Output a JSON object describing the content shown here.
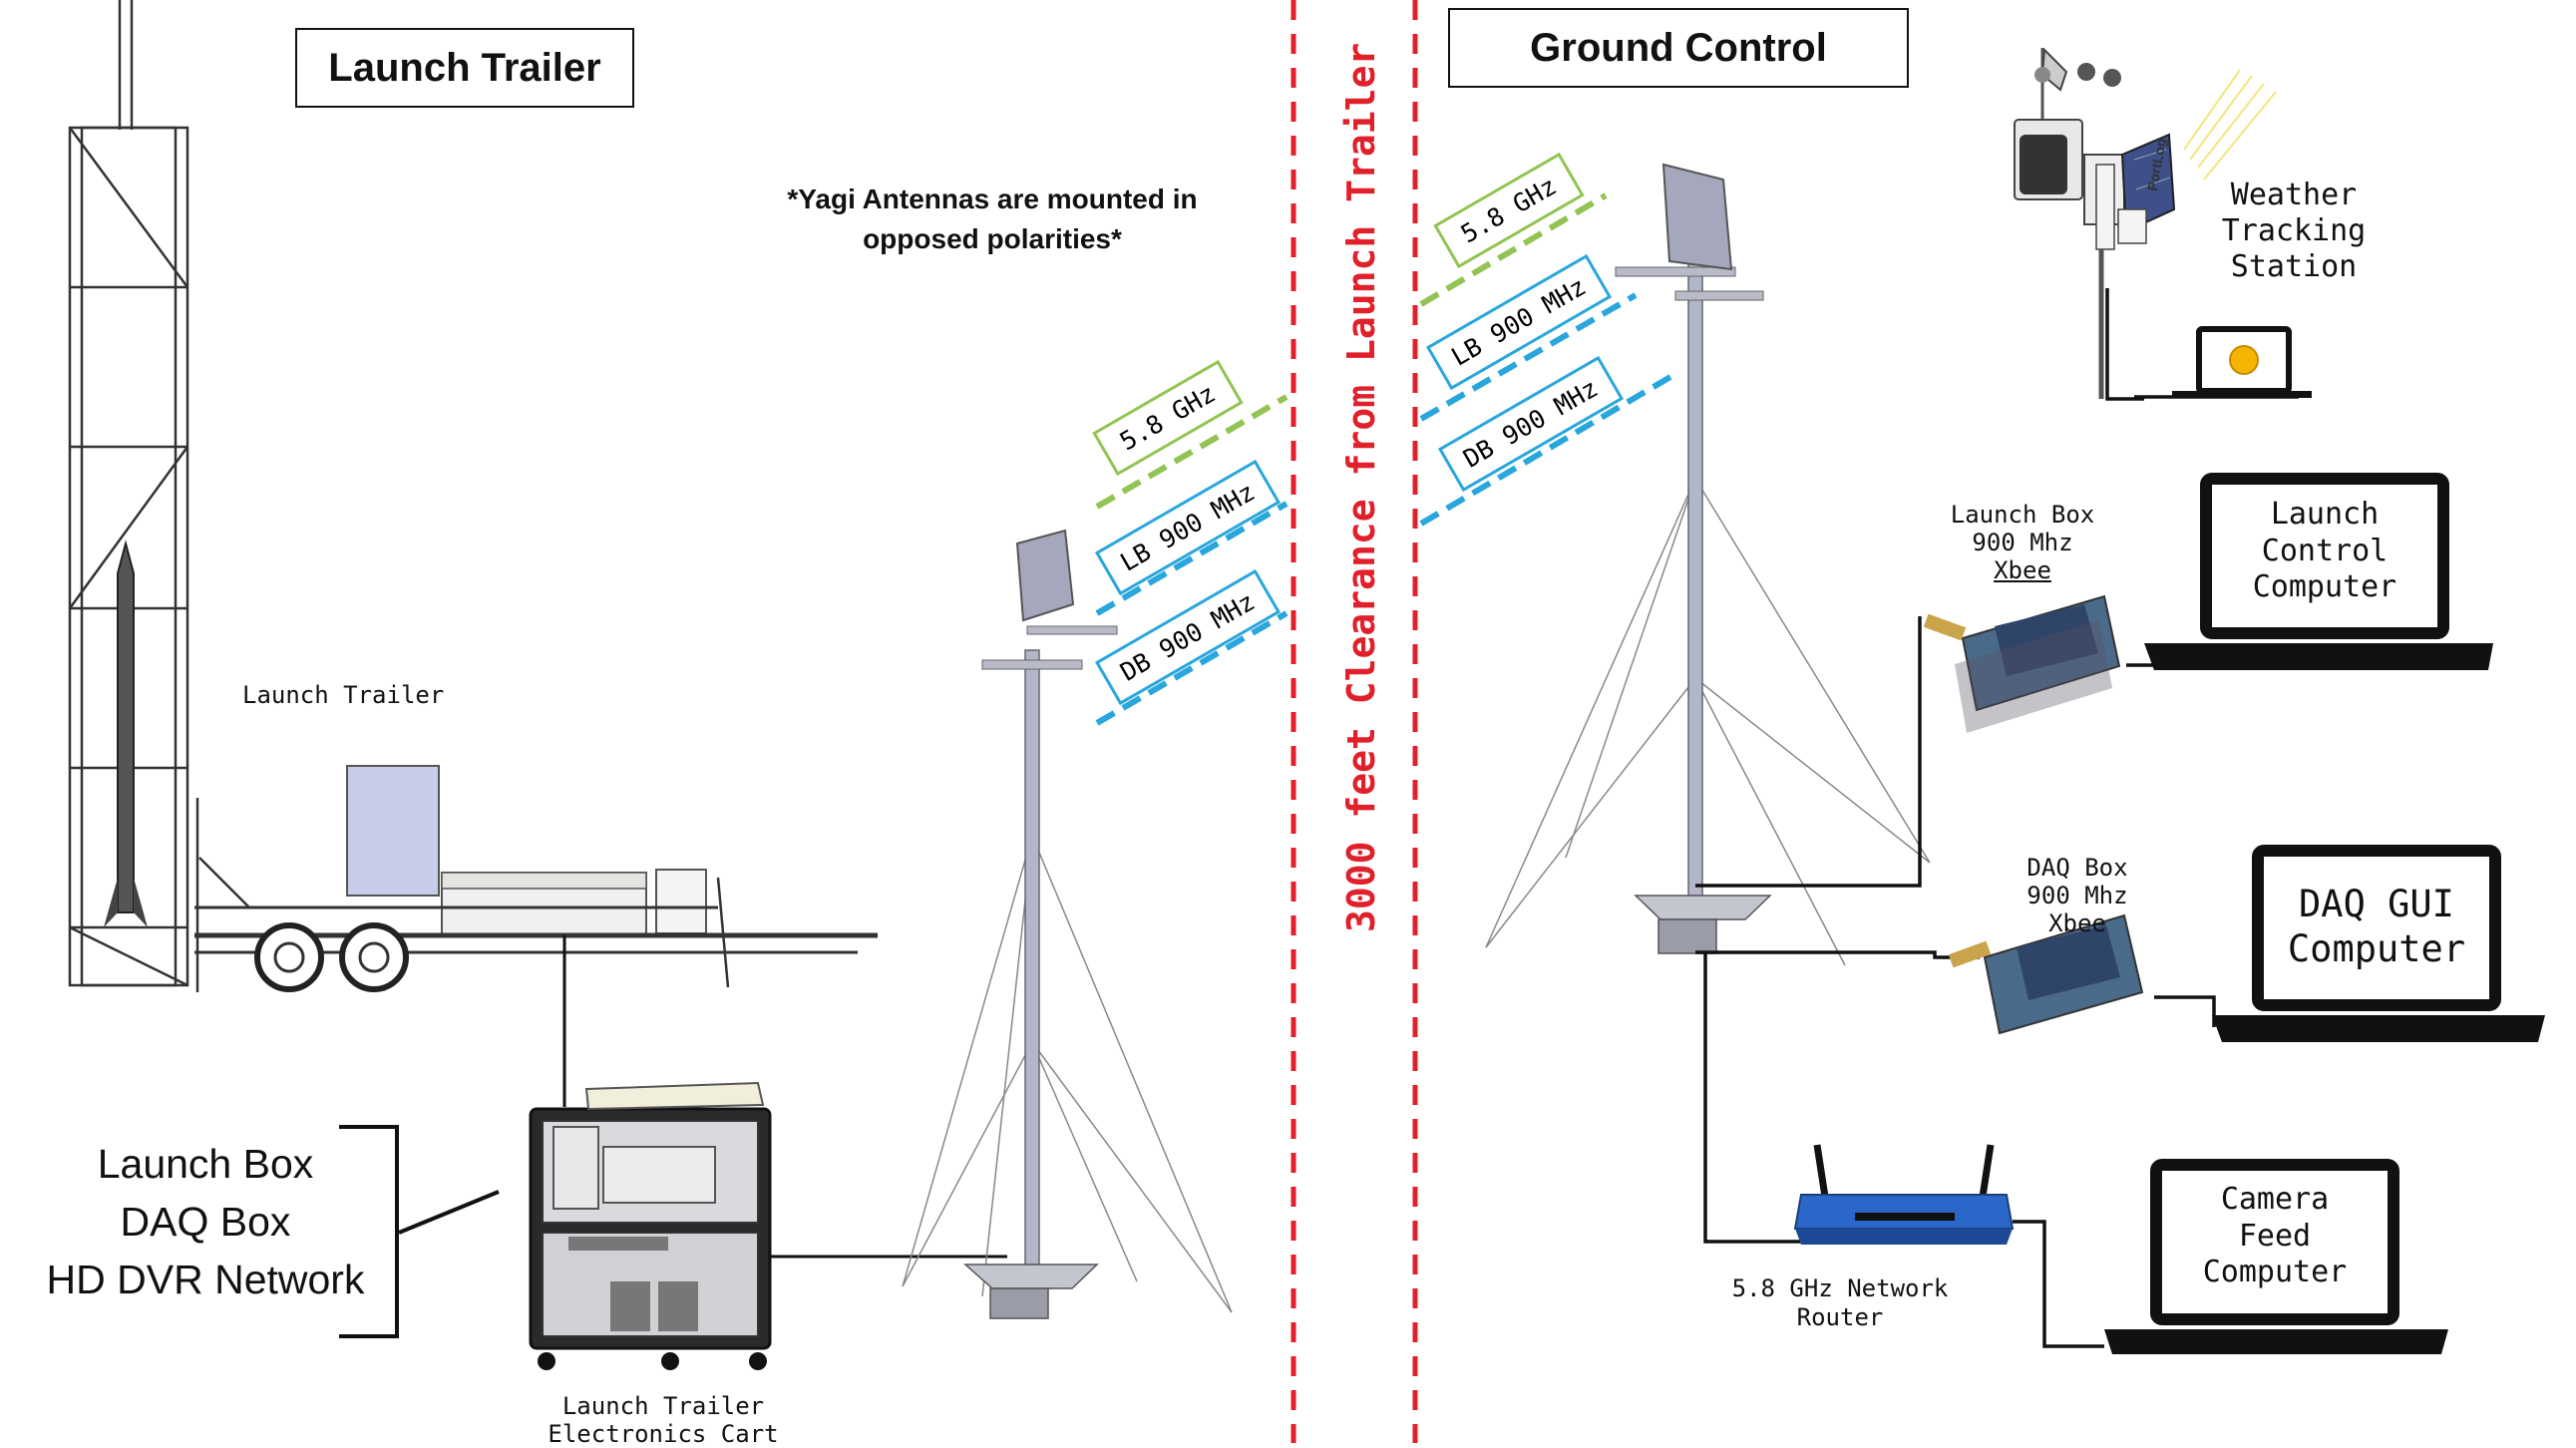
{
  "titles": {
    "launch_trailer": "Launch Trailer",
    "ground_control": "Ground Control"
  },
  "note": {
    "line1": "*Yagi Antennas are mounted in",
    "line2": "opposed polarities*"
  },
  "clearance": "3000 feet Clearance from Launch Trailer",
  "left_side": {
    "trailer_label": "Launch Trailer",
    "cart_label_line1": "Launch Trailer",
    "cart_label_line2": "Electronics Cart",
    "cart_contents": [
      "Launch Box",
      "DAQ Box",
      "HD DVR Network"
    ],
    "tags": [
      "5.8 GHz",
      "LB 900 MHz",
      "DB 900 MHz"
    ]
  },
  "right_side": {
    "tags": [
      "5.8 GHz",
      "LB 900 MHz",
      "DB 900 MHz"
    ],
    "weather": {
      "line1": "Weather",
      "line2": "Tracking",
      "line3": "Station"
    },
    "launch_xbee": {
      "line1": "Launch Box",
      "line2": "900 Mhz",
      "line3": "Xbee"
    },
    "daq_xbee": {
      "line1": "DAQ Box",
      "line2": "900 Mhz",
      "line3": "Xbee"
    },
    "router": {
      "line1": "5.8 GHz Network",
      "line2": "Router"
    },
    "computers": {
      "launch_control": [
        "Launch",
        "Control",
        "Computer"
      ],
      "daq_gui": [
        "DAQ GUI",
        "Computer"
      ],
      "camera_feed": [
        "Camera",
        "Feed",
        "Computer"
      ]
    },
    "station_brand": "PortLog"
  },
  "colors": {
    "green": "#92c353",
    "blue": "#29a6dc",
    "red": "#e0202a"
  }
}
